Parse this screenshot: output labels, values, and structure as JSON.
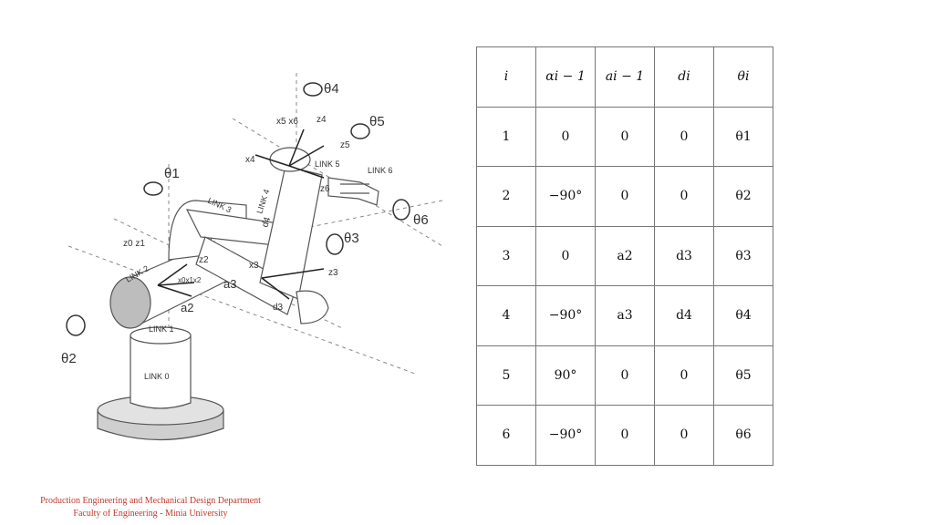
{
  "figure": {
    "joint_labels": [
      "θ4",
      "θ5",
      "θ1",
      "θ6",
      "θ3",
      "θ2"
    ],
    "link_labels": [
      "LINK 0",
      "LINK 1",
      "LINK 2",
      "LINK 3",
      "LINK 4",
      "LINK 5",
      "LINK 6"
    ],
    "axis_labels": [
      "x5 x6",
      "z4",
      "z5",
      "x4",
      "z6",
      "z0 z1",
      "z2",
      "x0x1x2",
      "x3",
      "z3",
      "a2",
      "a3",
      "d3",
      "d4"
    ]
  },
  "table": {
    "headers": [
      "i",
      "αi − 1",
      "ai − 1",
      "di",
      "θi"
    ],
    "rows": [
      [
        "1",
        "0",
        "0",
        "0",
        "θ1"
      ],
      [
        "2",
        "−90°",
        "0",
        "0",
        "θ2"
      ],
      [
        "3",
        "0",
        "a2",
        "d3",
        "θ3"
      ],
      [
        "4",
        "−90°",
        "a3",
        "d4",
        "θ4"
      ],
      [
        "5",
        "90°",
        "0",
        "0",
        "θ5"
      ],
      [
        "6",
        "−90°",
        "0",
        "0",
        "θ6"
      ]
    ]
  },
  "footer": {
    "line1": "Production Engineering and Mechanical Design Department",
    "line2": "Faculty of Engineering  -  Minia University"
  }
}
